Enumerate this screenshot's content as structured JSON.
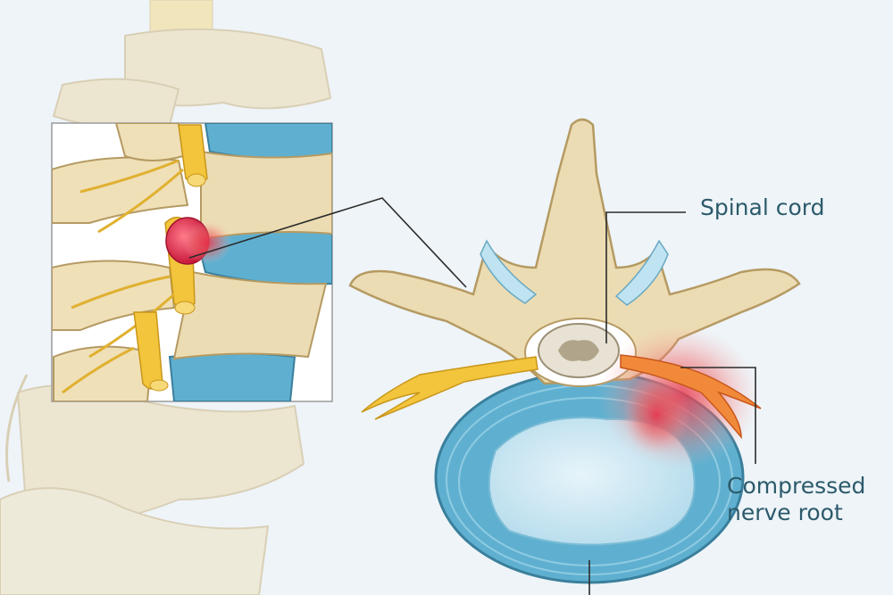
{
  "labels": {
    "spinal_cord": "Spinal cord",
    "compressed_nerve_root": [
      "Compressed",
      "nerve root"
    ]
  },
  "colors": {
    "background": "#eef4f8",
    "bone": "#ecdcb3",
    "bone_shadow": "#c9b27f",
    "disc": "#5fb0d0",
    "disc_light": "#bfe3f0",
    "nerve": "#f2c53d",
    "inflammation": "#e8364d",
    "leader_line": "#2b2b2b",
    "label_text": "#2c5a6b"
  }
}
